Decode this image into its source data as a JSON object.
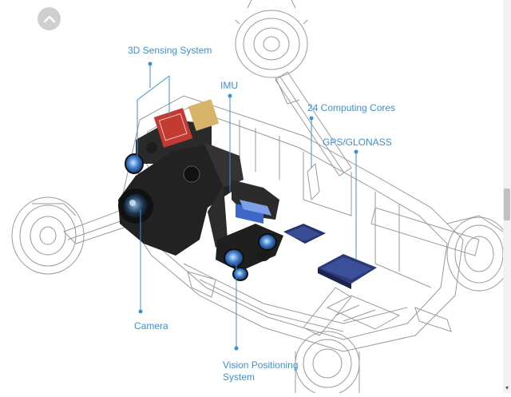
{
  "labels": {
    "sensing": "3D Sensing System",
    "imu": "IMU",
    "cores": "24 Computing Cores",
    "gps": "GPS/GLONASS",
    "camera": "Camera",
    "vision_line1": "Vision Positioning",
    "vision_line2": "System"
  },
  "colors": {
    "accent": "#3f8fd6",
    "button": "#cfcfcf"
  },
  "icons": {
    "scroll_up": "chevron-up-icon"
  }
}
